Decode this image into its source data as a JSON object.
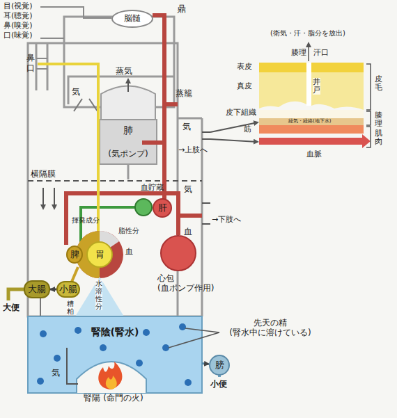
{
  "diagram": {
    "nodes": [
      {
        "text": [
          "脳髄"
        ]
      },
      {
        "text": [
          "肺",
          "(気ポンプ)"
        ]
      },
      {
        "text": [
          "肝"
        ]
      },
      {
        "text": [
          "脾"
        ]
      },
      {
        "text": [
          "胃"
        ]
      },
      {
        "text": [
          "心包 (血ポンプ作用)"
        ]
      },
      {
        "text": [
          "大腸"
        ]
      },
      {
        "text": [
          "小腸"
        ]
      },
      {
        "text": [
          "腎陰(腎水)"
        ]
      },
      {
        "text": [
          "膀"
        ]
      }
    ],
    "edges": [
      {
        "from": 7,
        "to": 6,
        "arrow": "to"
      },
      {
        "from": 8,
        "to": 9,
        "arrow": "to"
      }
    ],
    "labels": [
      "目(視覚)",
      "耳(聴覚)",
      "鼻(嗅覚)",
      "口(味覚)",
      "鼎",
      "鼻",
      "口",
      "蒸気",
      "気",
      "蒸籠",
      "気",
      "→上肢へ",
      "横隔膜",
      "血貯蔵",
      "気",
      "血",
      "→下肢へ",
      "揮発成分",
      "脂性分",
      "血",
      "水溶性分",
      "糟粕",
      "大便",
      "先天の精 (腎水中に溶けている)",
      "小便",
      "気",
      "腎陽 (命門の火)",
      "(衛気・汗・脂分を放出)",
      "腠理",
      "汗口",
      "表皮",
      "真皮",
      "井戸",
      "皮下組織",
      "皮毛",
      "腠理",
      "経気・経絡(地下水)",
      "筋",
      "肌肉",
      "血脈"
    ]
  }
}
